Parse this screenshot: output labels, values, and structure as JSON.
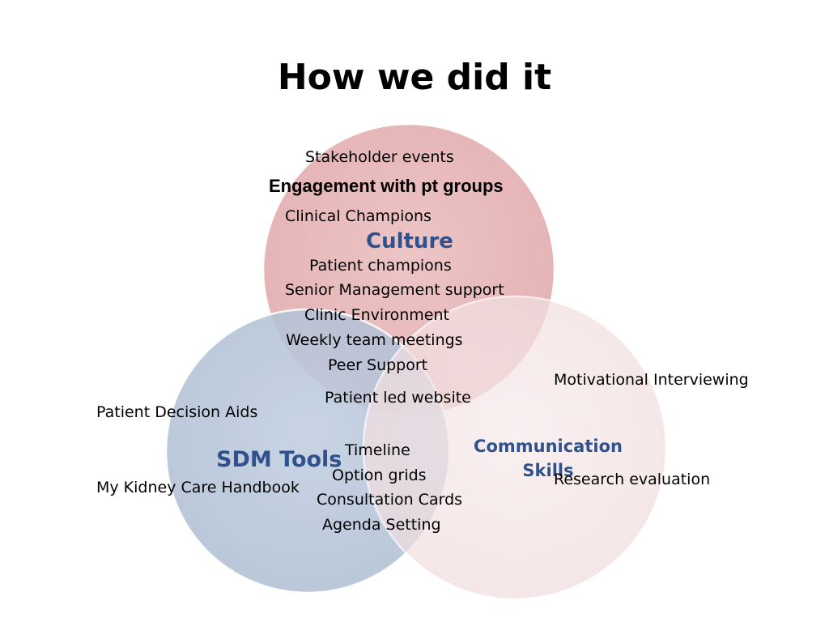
{
  "title": "How we did it",
  "colors": {
    "culture_fill": "#e6b4b6",
    "sdm_fill": "#b4c3d8",
    "comm_fill": "#f4e2e3",
    "circle_label": "#2f528f",
    "text": "#000000"
  },
  "circles": {
    "culture": "Culture",
    "sdm_tools": "SDM Tools",
    "communication_line1": "Communication",
    "communication_line2": "Skills"
  },
  "items": {
    "stakeholder_events": "Stakeholder events",
    "engagement": "Engagement with pt groups",
    "clinical_champions": "Clinical Champions",
    "patient_champions": "Patient champions",
    "senior_management": "Senior Management support",
    "clinic_environment": "Clinic Environment",
    "weekly_meetings": "Weekly team meetings",
    "peer_support": "Peer Support",
    "patient_website": "Patient led website",
    "motivational_interviewing": "Motivational Interviewing",
    "patient_decision_aids": "Patient Decision Aids",
    "timeline": "Timeline",
    "option_grids": "Option grids",
    "consultation_cards": "Consultation Cards",
    "agenda_setting": "Agenda Setting",
    "kidney_handbook": "My Kidney Care Handbook",
    "research_evaluation": "Research evaluation"
  }
}
